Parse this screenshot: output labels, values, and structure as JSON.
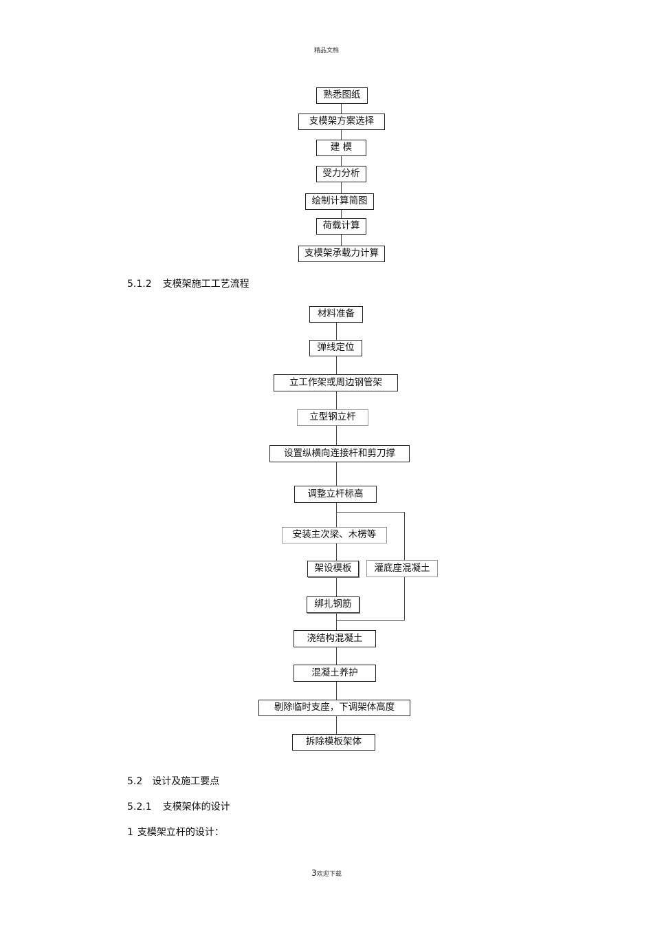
{
  "header": {
    "text": "精品文档"
  },
  "footer": {
    "page_number": "3",
    "text": "欢迎下载"
  },
  "flow1": {
    "steps": [
      "熟悉图纸",
      "支模架方案选择",
      "建  模",
      "受力分析",
      "绘制计算简图",
      "荷载计算",
      "支模架承载力计算"
    ]
  },
  "section_512": {
    "number": "5.1.2",
    "title": "支模架施工工艺流程"
  },
  "flow2": {
    "steps": [
      "材料准备",
      "弹线定位",
      "立工作架或周边钢管架",
      "立型钢立杆",
      "设置纵横向连接杆和剪刀撑",
      "调整立杆标高",
      "安装主次梁、木楞等",
      "架设模板",
      "绑扎钢筋",
      "浇结构混凝土",
      "混凝土养护",
      "剔除临时支座，下调架体高度",
      "拆除模板架体"
    ],
    "branch": "灌底座混凝土"
  },
  "section_52": {
    "number": "5.2",
    "title": "设计及施工要点"
  },
  "section_521": {
    "number": "5.2.1",
    "title": "支模架体的设计"
  },
  "item_1": {
    "number": "1",
    "title": "支模架立杆的设计："
  }
}
